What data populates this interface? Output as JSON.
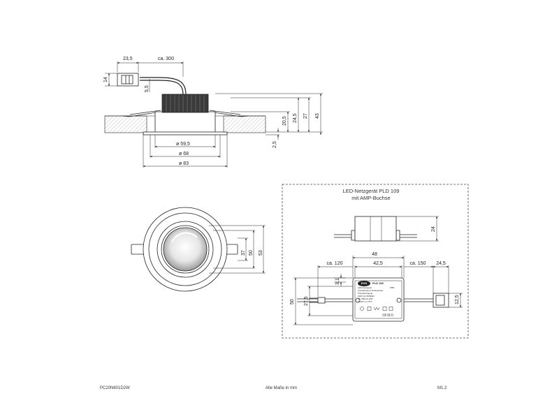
{
  "top_view": {
    "dims": {
      "plug_len": "23,5",
      "cable_len": "ca. 300",
      "plug_h": "14",
      "plug_gap": "5,5",
      "dia_inner": "ø 59,5",
      "dia_mid": "ø 68",
      "dia_outer": "ø 83",
      "h_20": "20,5",
      "h_24": "24,5",
      "h_27": "27",
      "h_43": "43",
      "h_flange": "2,5"
    }
  },
  "front_view": {
    "dims": {
      "d37": "37",
      "d50": "50",
      "d53": "53"
    }
  },
  "driver": {
    "title_line1": "LED-Netzgerät PLD 109",
    "title_line2": "mit AMP-Buchse",
    "dims": {
      "height": "24",
      "width_total": "48",
      "width_inner": "42,5",
      "cable_in": "ca. 120",
      "cable_out": "ca. 150",
      "plug_out": "24,5",
      "plug_out_h": "12,5",
      "depth_total": "50",
      "depth_inner": "27,5",
      "offset": "3,1"
    },
    "label": {
      "brand": "EVN",
      "model": "PLD 109",
      "line_a": "LED-Netzgerät",
      "ip": "IP65",
      "line_b": "Konstantstrom /Praesentier",
      "line_c": "Primaereingang",
      "line_d": "230V AC 50/60Hz",
      "line_e": "DC 350mA 12W",
      "line_f": "ta 40°C   tc 75°C"
    }
  },
  "footer": {
    "left": "PC20N601D2W",
    "center": "Alle Maße in mm",
    "right": "M1.2"
  },
  "colors": {
    "line": "#222222",
    "hatch": "#888888",
    "heatsink": "#3a3a3a"
  }
}
